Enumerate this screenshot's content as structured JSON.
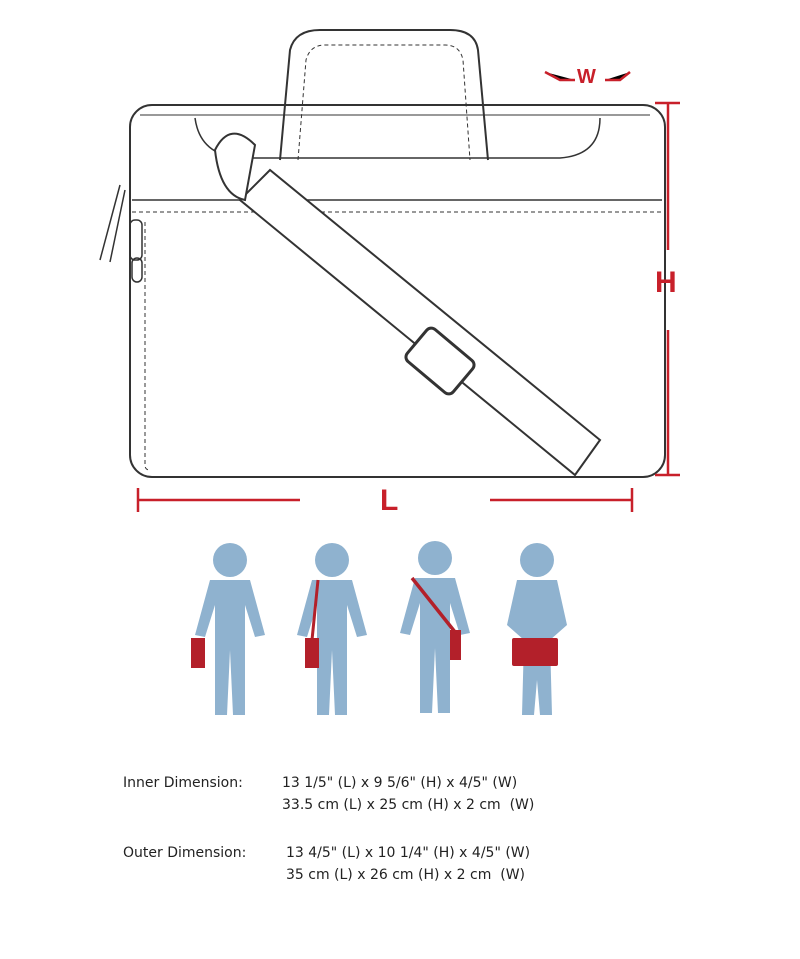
{
  "dimension_labels": {
    "width": "W",
    "height": "H",
    "length": "L"
  },
  "colors": {
    "dimension": "#c8202a",
    "figure": "#8fb2cf",
    "bag_red": "#b3202a",
    "outline": "#333333"
  },
  "carry_styles": [
    "hand-carry",
    "shoulder",
    "cross-body",
    "front-hold"
  ],
  "specs": {
    "inner": {
      "label": "Inner Dimension:",
      "imperial": "13 1/5\" (L) x 9 5/6\" (H) x 4/5\" (W)",
      "metric": "33.5 cm (L) x 25 cm (H) x 2 cm  (W)"
    },
    "outer": {
      "label": "Outer Dimension:",
      "imperial": "13 4/5\" (L) x 10 1/4\" (H) x 4/5\" (W)",
      "metric": "35 cm (L) x 26 cm (H) x 2 cm  (W)"
    }
  }
}
